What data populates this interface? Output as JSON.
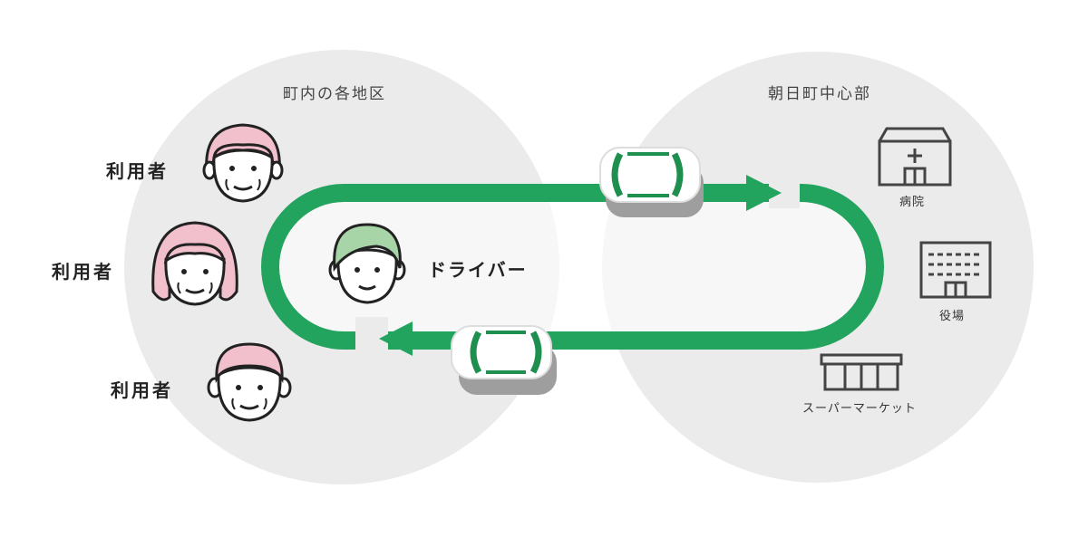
{
  "areas": {
    "left_title": "町内の各地区",
    "right_title": "朝日町中心部"
  },
  "users": [
    {
      "label": "利用者",
      "hair_color": "#f2bfcc"
    },
    {
      "label": "利用者",
      "hair_color": "#f2bfcc"
    },
    {
      "label": "利用者",
      "hair_color": "#f2bfcc"
    }
  ],
  "driver": {
    "label": "ドライバー",
    "hair_color": "#a8d5a8"
  },
  "facilities": [
    {
      "label": "病院",
      "icon": "hospital-icon"
    },
    {
      "label": "役場",
      "icon": "town-hall-icon"
    },
    {
      "label": "スーパーマーケット",
      "icon": "supermarket-icon"
    }
  ],
  "colors": {
    "route": "#22a35e",
    "car_accent": "#1e8f4e",
    "area_circle": "#ebebeb",
    "icon_stroke": "#444444"
  }
}
